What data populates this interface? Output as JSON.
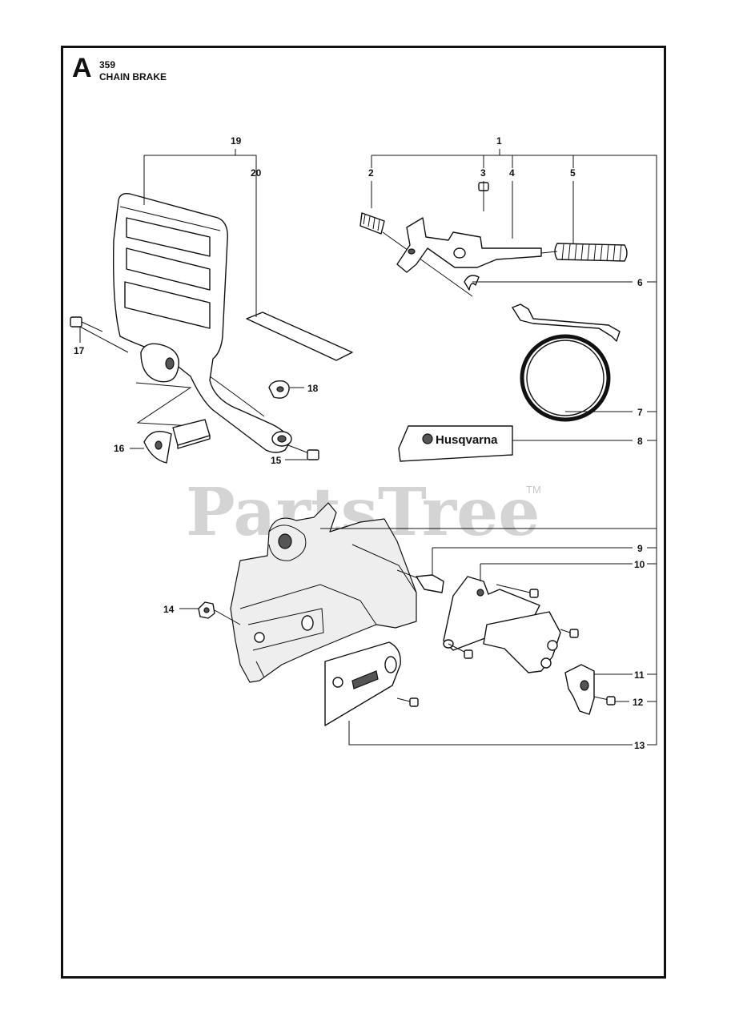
{
  "header": {
    "section_letter": "A",
    "model": "359",
    "title": "CHAIN BRAKE"
  },
  "watermark": {
    "text": "PartsTree",
    "trademark": "TM"
  },
  "decal": {
    "brand": "Husqvarna"
  },
  "callouts": {
    "c1": "1",
    "c2": "2",
    "c3": "3",
    "c4": "4",
    "c5": "5",
    "c6": "6",
    "c7": "7",
    "c8": "8",
    "c9": "9",
    "c10": "10",
    "c11": "11",
    "c12": "12",
    "c13": "13",
    "c14": "14",
    "c15": "15",
    "c16": "16",
    "c17": "17",
    "c18": "18",
    "c19": "19",
    "c20": "20"
  },
  "colors": {
    "line": "#111111",
    "watermark": "#d4d4d4"
  }
}
